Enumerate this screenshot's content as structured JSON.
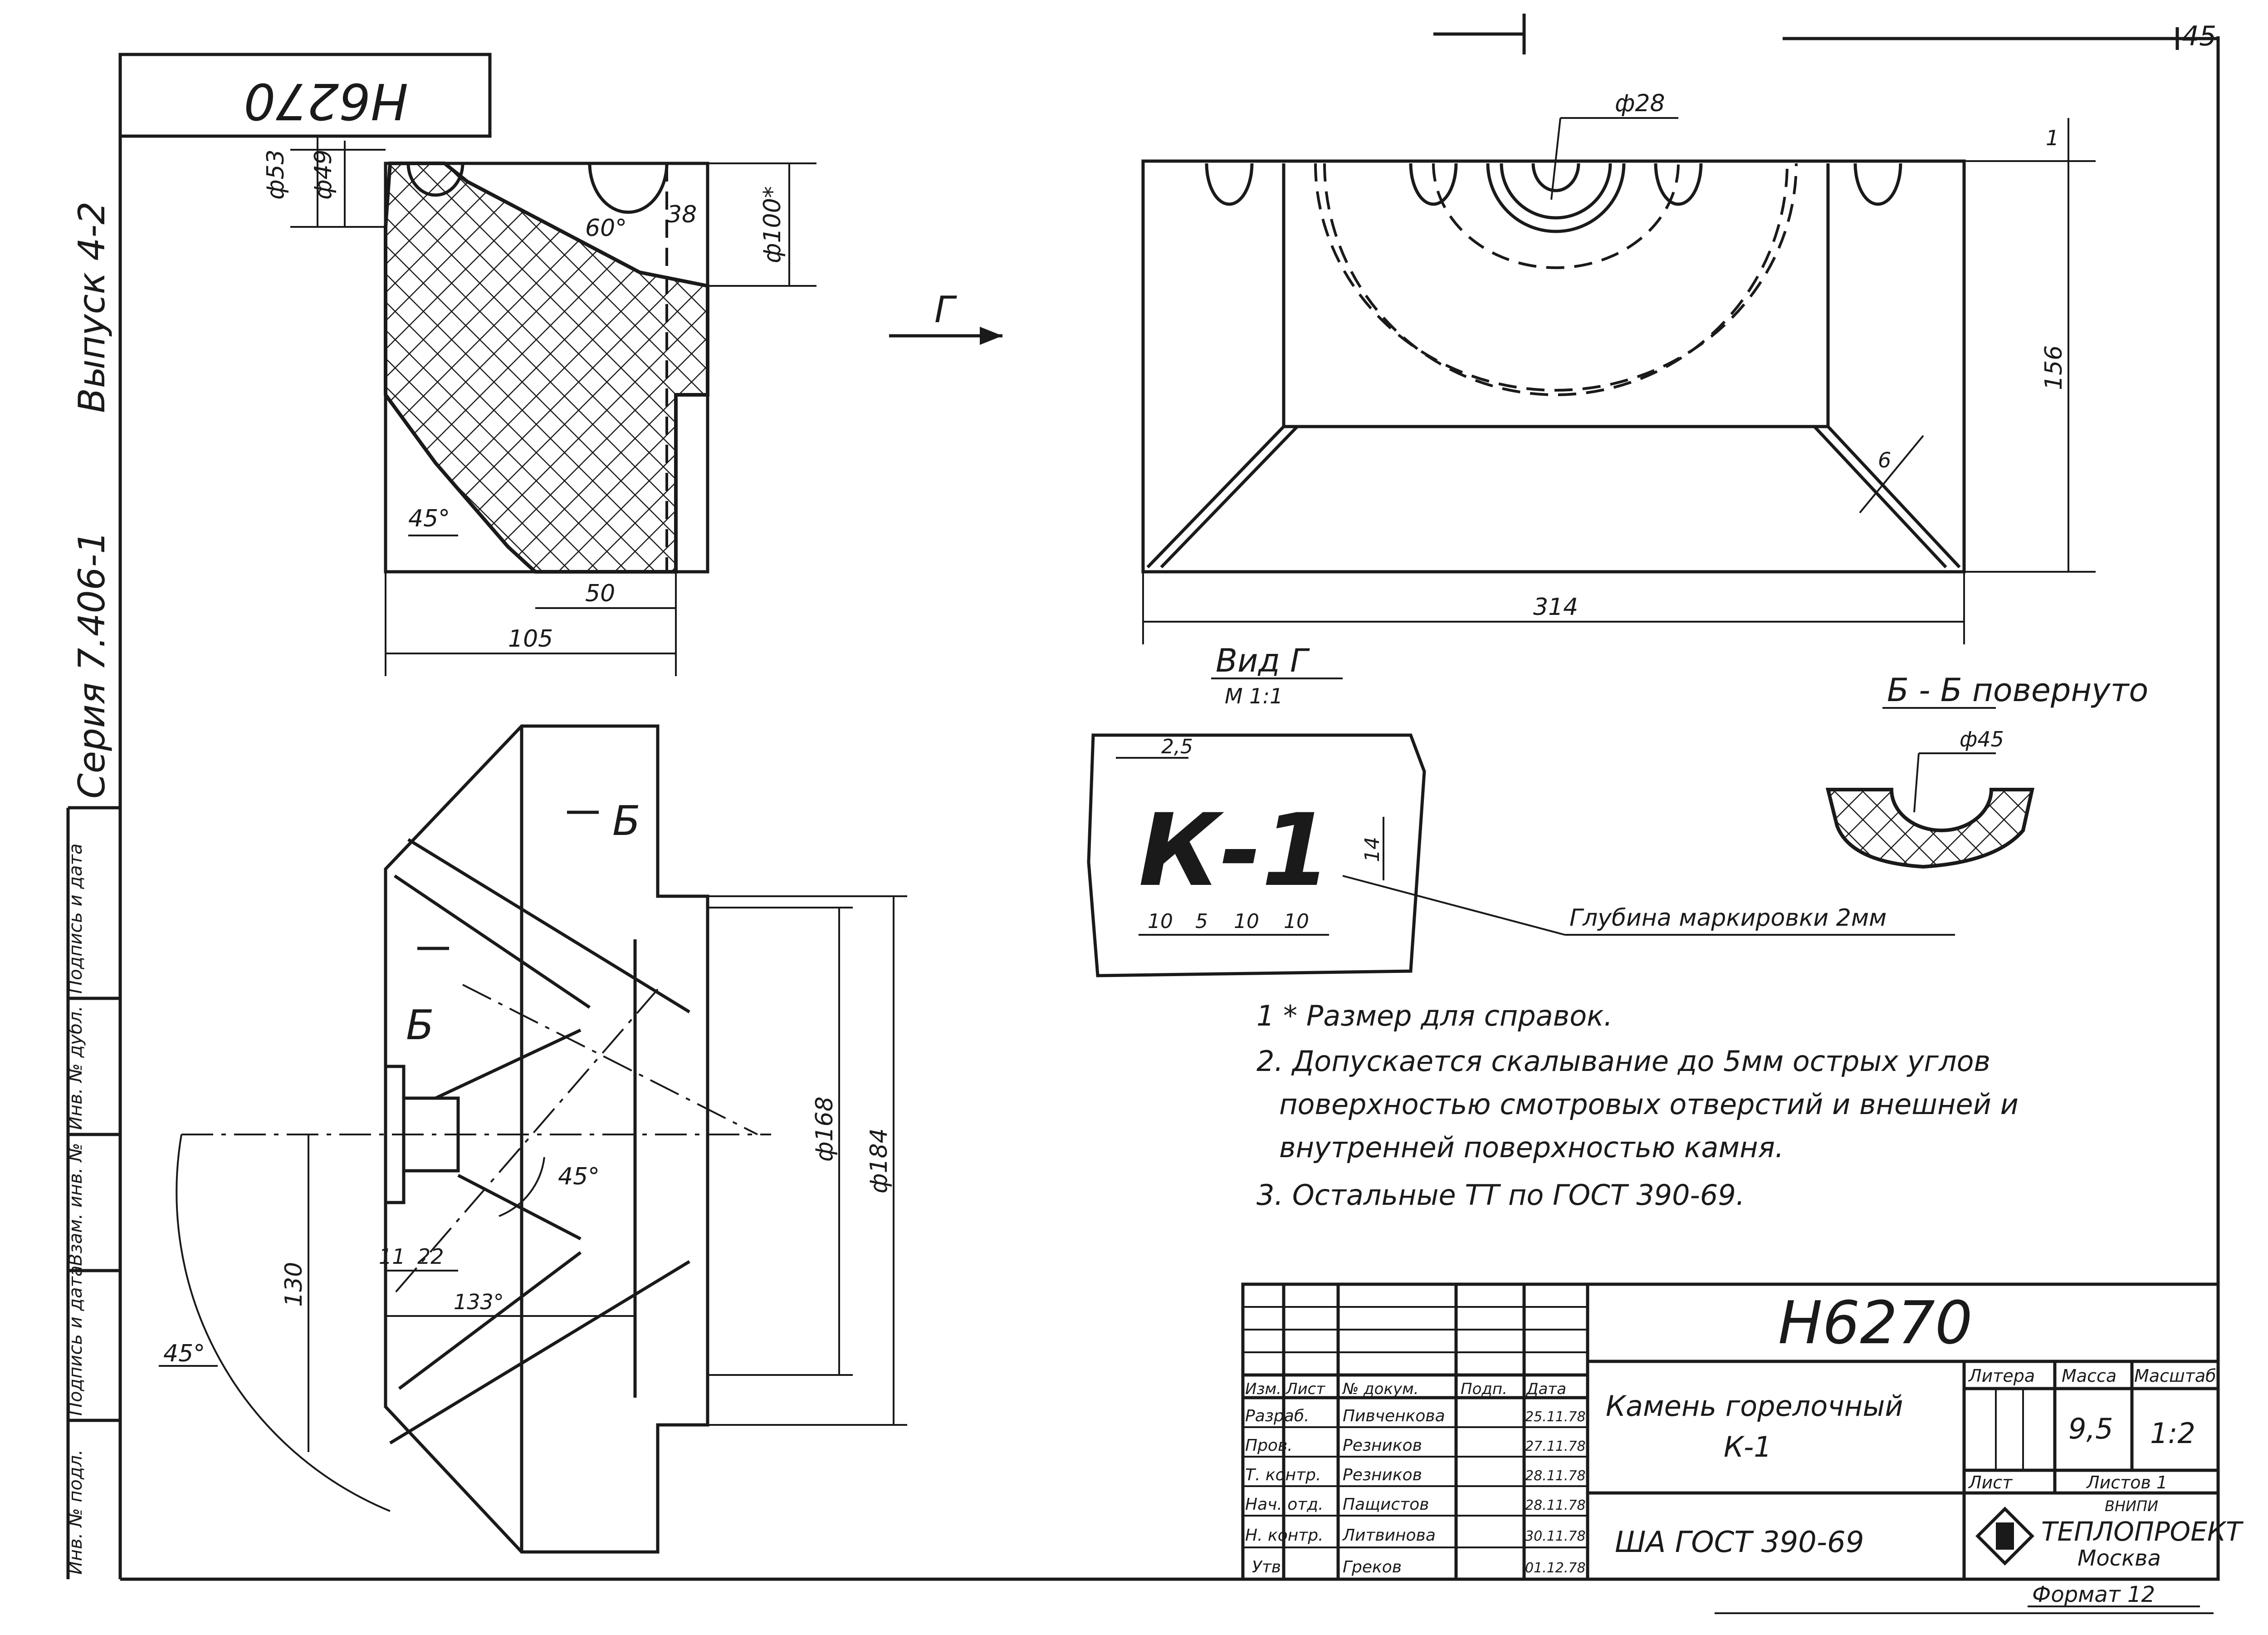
{
  "drawing_code_rotated": "Н6270",
  "sheet_number": "45",
  "side_stamp": {
    "series": "Серия 7.406-1",
    "issue": "Выпуск 4-2",
    "fields": [
      "Инв. № подл.",
      "Подпись и дата",
      "Взам. инв. №",
      "Инв. № дубл.",
      "Подпись и дата"
    ]
  },
  "section_view": {
    "dims": {
      "d53": "ф53",
      "d49": "ф49",
      "angle60": "60°",
      "d38": "38",
      "d100": "ф100*",
      "angle45": "45°",
      "d50": "50",
      "d105": "105"
    }
  },
  "front_view": {
    "section_mark": "Б",
    "dims": {
      "d168": "ф168",
      "d184": "ф184",
      "angle45": "45°",
      "d11": "11",
      "d22": "22",
      "d133": "133°",
      "d130": "130",
      "angle45_outer": "45°"
    }
  },
  "view_g": {
    "arrow_label": "Г",
    "dims": {
      "d28": "ф28",
      "d1": "1",
      "d156": "156",
      "d6": "6",
      "d314": "314"
    },
    "caption": "Вид Г",
    "scale": "М 1:1"
  },
  "marking": {
    "text": "К-1",
    "dims": [
      "2,5",
      "14",
      "10",
      "5",
      "10",
      "10"
    ],
    "depth_note": "Глубина маркировки 2мм"
  },
  "section_bb": {
    "caption": "Б - Б повернуто",
    "dim": "ф45"
  },
  "notes": [
    "1 * Размер для справок.",
    "2. Допускается скалывание до 5мм острых углов",
    "поверхностью смотровых отверстий и внешней и",
    "внутренней поверхностью камня.",
    "3. Остальные ТТ по ГОСТ 390-69."
  ],
  "title_block": {
    "code": "Н6270",
    "name_line1": "Камень горелочный",
    "name_line2": "К-1",
    "standard": "ША ГОСТ 390-69",
    "head": [
      "Изм.",
      "Лист",
      "№ докум.",
      "Подп.",
      "Дата"
    ],
    "rows": [
      {
        "role": "Разраб.",
        "name": "Пивченкова",
        "date": "25.11.78"
      },
      {
        "role": "Пров.",
        "name": "Резников",
        "date": "27.11.78"
      },
      {
        "role": "Т. контр.",
        "name": "Резников",
        "date": "28.11.78"
      },
      {
        "role": "Нач. отд.",
        "name": "Пащистов",
        "date": "28.11.78"
      },
      {
        "role": "Н. контр.",
        "name": "Литвинова",
        "date": "30.11.78"
      },
      {
        "role": "Утв.",
        "name": "Греков",
        "date": "01.12.78"
      }
    ],
    "letter_label": "Литера",
    "mass_label": "Масса",
    "scale_label": "Масштаб",
    "mass": "9,5",
    "scale": "1:2",
    "sheet_label": "Лист",
    "sheets_label": "Листов 1",
    "org_small": "ВНИПИ",
    "org": "ТЕПЛОПРОЕКТ",
    "city": "Москва",
    "format": "Формат 12"
  }
}
